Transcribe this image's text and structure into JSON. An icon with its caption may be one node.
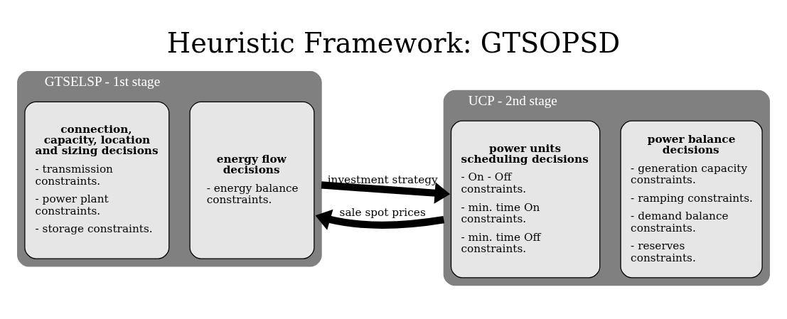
{
  "diagram": {
    "title": "Heuristic Framework: GTSOPSD",
    "nodes": [
      {
        "text": [
          "GTSELSP - 1st stage"
        ]
      },
      {
        "text": [
          "connection, capacity, location and sizing decisions",
          "- transmission constraints.",
          "- power plant constraints.",
          "- storage constraints."
        ],
        "in": 0
      },
      {
        "text": [
          "energy flow decisions",
          "- energy balance constraints."
        ],
        "in": 0
      },
      {
        "text": [
          "UCP - 2nd stage"
        ]
      },
      {
        "text": [
          "power units scheduling decisions",
          "- On - Off constraints.",
          "- min. time On constraints.",
          "- min. time Off constraints."
        ],
        "in": 3
      },
      {
        "text": [
          "power balance decisions",
          "- generation capacity constraints.",
          "- ramping constraints.",
          "- demand balance constraints.",
          "- reserves constraints."
        ],
        "in": 3
      }
    ],
    "edges": [
      {
        "from": 0,
        "to": 3,
        "arrow": "to",
        "label": "investment strategy"
      },
      {
        "from": 3,
        "to": 0,
        "arrow": "to",
        "label": "sale spot prices"
      }
    ]
  }
}
